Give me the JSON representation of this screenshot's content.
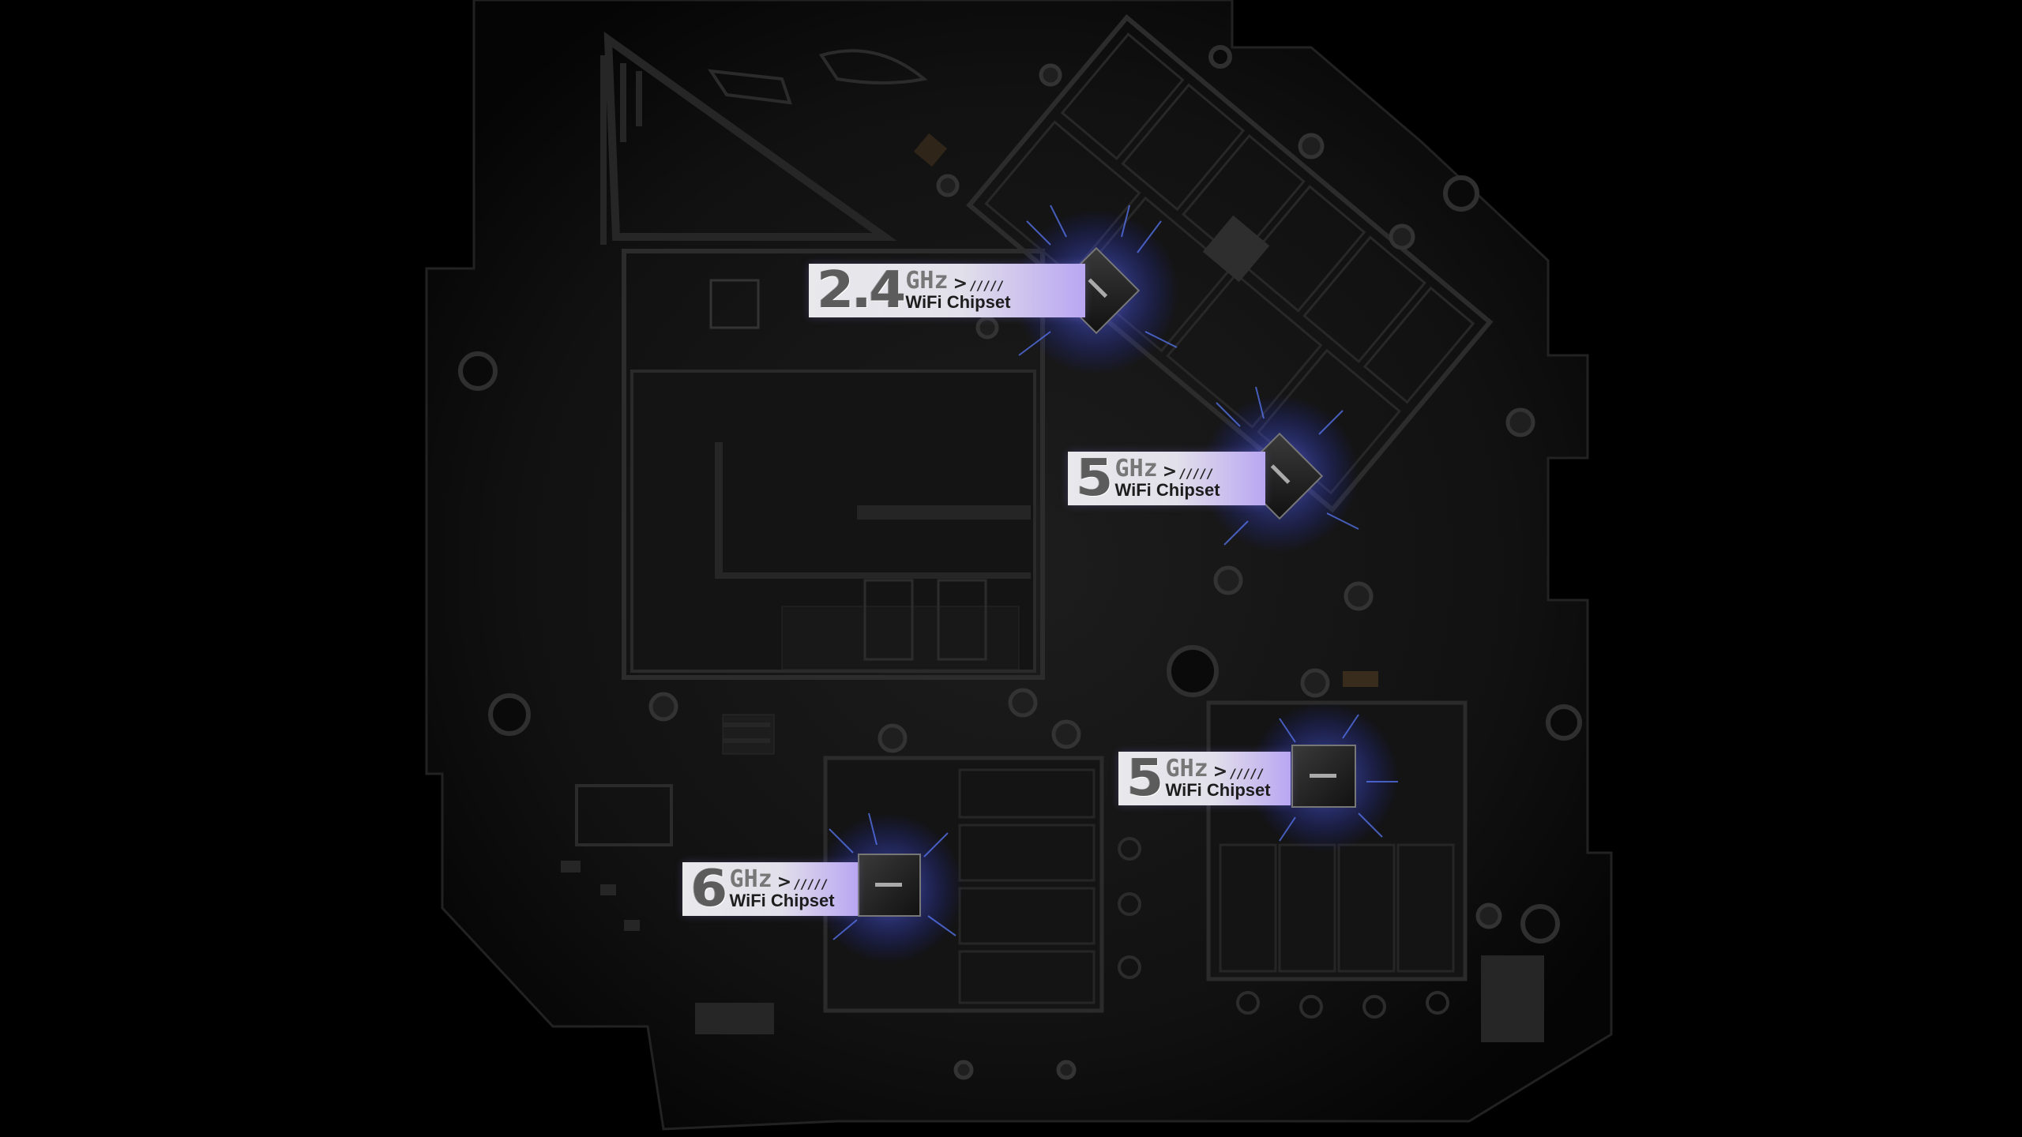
{
  "callouts": [
    {
      "big": "2.4",
      "unit": "GHz",
      "arrow": ">",
      "dashes": "/////",
      "label": "WiFi Chipset"
    },
    {
      "big": "5",
      "unit": "GHz",
      "arrow": ">",
      "dashes": "/////",
      "label": "WiFi Chipset"
    },
    {
      "big": "5",
      "unit": "GHz",
      "arrow": ">",
      "dashes": "/////",
      "label": "WiFi Chipset"
    },
    {
      "big": "6",
      "unit": "GHz",
      "arrow": ">",
      "dashes": "/////",
      "label": "WiFi Chipset"
    }
  ],
  "colors": {
    "background": "#000000",
    "board": "#1a1a1a",
    "trace": "#2a2a2a",
    "glow": "#7a5cff"
  }
}
